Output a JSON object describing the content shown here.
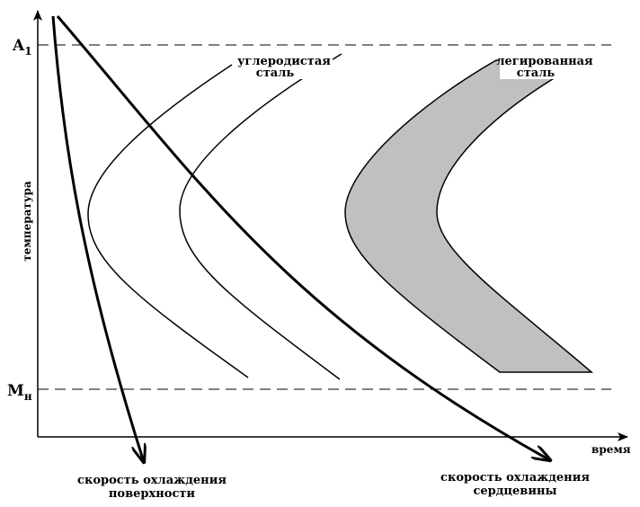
{
  "axes": {
    "y_label": "температура",
    "x_label": "время"
  },
  "levels": {
    "a1": {
      "main": "A",
      "sub": "1"
    },
    "mn": {
      "main": "M",
      "sub": "н"
    }
  },
  "regions": {
    "carbon_steel": [
      "углеродистая",
      "сталь"
    ],
    "alloy_steel": [
      "легированная",
      "сталь"
    ]
  },
  "cooling_curves": {
    "surface": [
      "скорость охлаждения",
      "поверхности"
    ],
    "core": [
      "скорость охлаждения",
      "сердцевины"
    ]
  },
  "colors": {
    "line": "#000000",
    "alloy_fill": "#c0c0c0",
    "background": "#ffffff"
  }
}
